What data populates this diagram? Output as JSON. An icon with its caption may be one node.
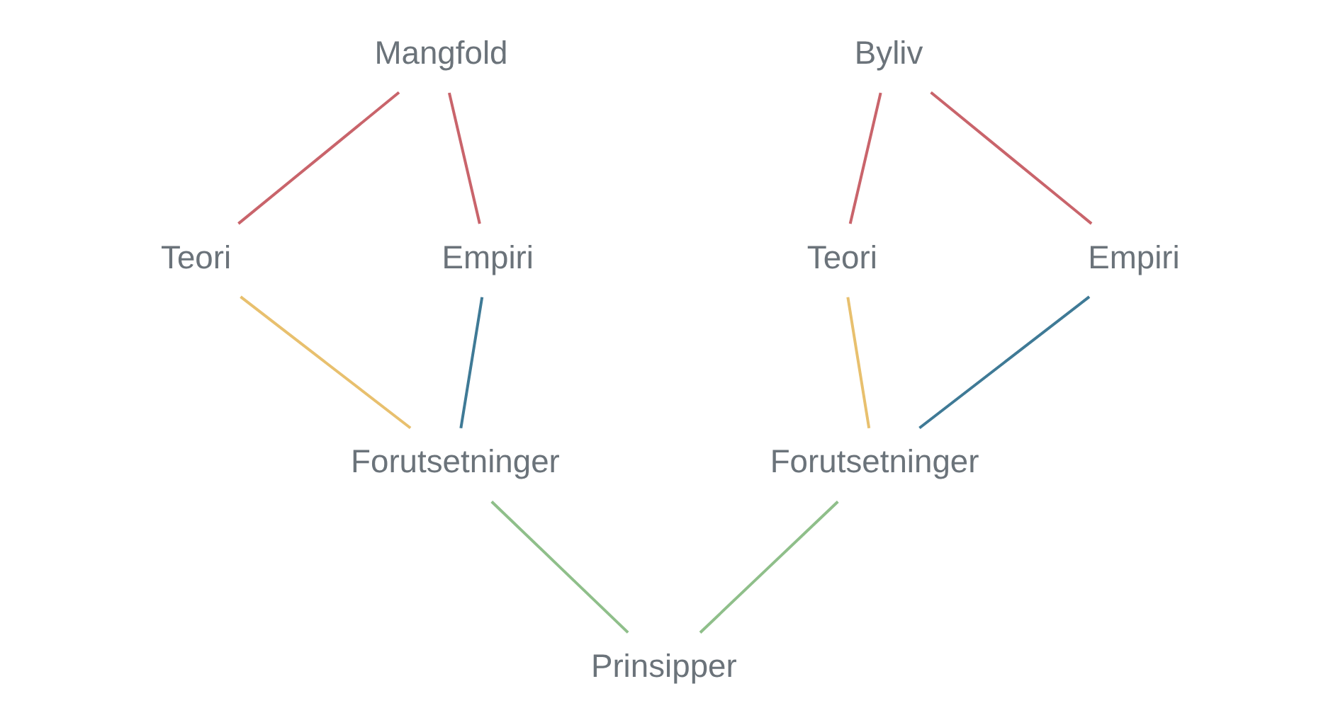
{
  "diagram": {
    "nodes": [
      {
        "text": [
          "Mangfold"
        ]
      },
      {
        "text": [
          "Teori"
        ]
      },
      {
        "text": [
          "Empiri"
        ]
      },
      {
        "text": [
          "Forutsetninger"
        ]
      },
      {
        "text": [
          "Byliv"
        ]
      },
      {
        "text": [
          "Teori"
        ]
      },
      {
        "text": [
          "Empiri"
        ]
      },
      {
        "text": [
          "Forutsetninger"
        ]
      },
      {
        "text": [
          "Prinsipper"
        ]
      }
    ],
    "edges": [
      {
        "from": 0,
        "to": 1,
        "arrow": "none",
        "color": "#c9646b"
      },
      {
        "from": 0,
        "to": 2,
        "arrow": "none",
        "color": "#c9646b"
      },
      {
        "from": 1,
        "to": 3,
        "arrow": "none",
        "color": "#e8c06e"
      },
      {
        "from": 2,
        "to": 3,
        "arrow": "none",
        "color": "#3f7a96"
      },
      {
        "from": 4,
        "to": 5,
        "arrow": "none",
        "color": "#c9646b"
      },
      {
        "from": 4,
        "to": 6,
        "arrow": "none",
        "color": "#c9646b"
      },
      {
        "from": 5,
        "to": 7,
        "arrow": "none",
        "color": "#e8c06e"
      },
      {
        "from": 6,
        "to": 7,
        "arrow": "none",
        "color": "#3f7a96"
      },
      {
        "from": 3,
        "to": 8,
        "arrow": "none",
        "color": "#8fbf8a"
      },
      {
        "from": 7,
        "to": 8,
        "arrow": "none",
        "color": "#8fbf8a"
      }
    ]
  }
}
